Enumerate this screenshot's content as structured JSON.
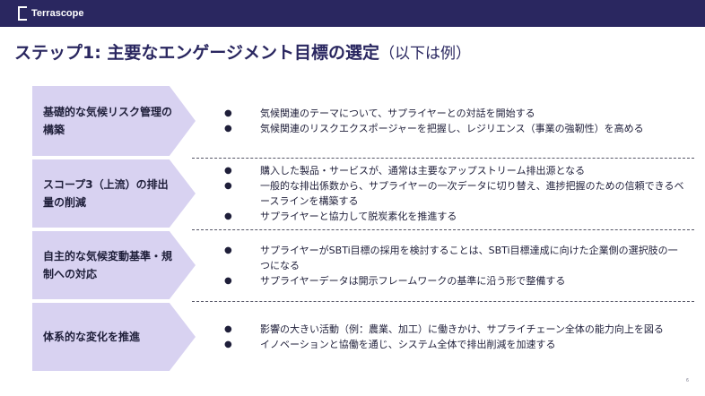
{
  "header": {
    "brand": "Terrascope"
  },
  "title": {
    "main": "ステップ1: 主要なエンゲージメント目標の選定",
    "sub": "（以下は例）"
  },
  "rows": [
    {
      "label": "基礎的な気候リスク管理の構築",
      "bullets": [
        "気候関連のテーマについて、サプライヤーとの対話を開始する",
        "気候関連のリスクエクスポージャーを把握し、レジリエンス（事業の強靭性）を高める"
      ]
    },
    {
      "label": "スコープ3（上流）の排出量の削減",
      "bullets": [
        "購入した製品・サービスが、通常は主要なアップストリーム排出源となる",
        "一般的な排出係数から、サプライヤーの一次データに切り替え、進捗把握のための信頼できるベースラインを構築する",
        "サプライヤーと協力して脱炭素化を推進する"
      ]
    },
    {
      "label": "自主的な気候変動基準・規制への対応",
      "bullets": [
        "サプライヤーがSBTi目標の採用を検討することは、SBTi目標達成に向けた企業側の選択肢の一つになる",
        "サプライヤーデータは開示フレームワークの基準に沿う形で整備する"
      ]
    },
    {
      "label": "体系的な変化を推進",
      "bullets": [
        "影響の大きい活動（例：農業、加工）に働きかけ、サプライチェーン全体の能力向上を図る",
        "イノベーションと協働を通じ、システム全体で排出削減を加速する"
      ]
    }
  ],
  "page_number": "6",
  "icons": {
    "logo": "terrascope-logo-icon",
    "bullet": "●"
  }
}
